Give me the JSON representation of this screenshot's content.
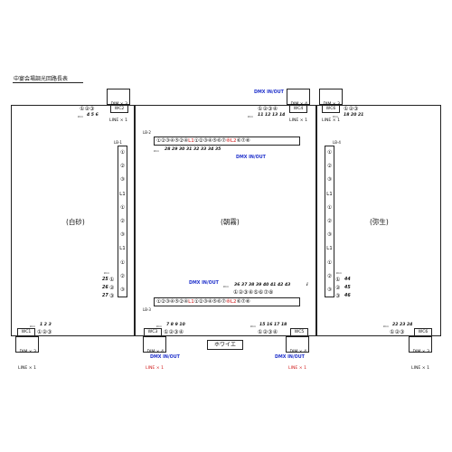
{
  "title": "中宴会場調光回路長表",
  "rooms": {
    "left": "(白砂)",
    "center": "(朝霧)",
    "right": "(弥生)"
  },
  "top_boxes": {
    "left": {
      "dimmer": "DIM × 3",
      "line": "LINE × 1",
      "wc": "WC2",
      "circuits": "①②③",
      "ch_label": "Dim",
      "ch": "4  5  6"
    },
    "center": {
      "dimmer": "DIM × 4",
      "line": "LINE × 1",
      "wc": "WC4",
      "circuits": "①②③④",
      "ch_label": "Dim",
      "ch": "11 12 13 14",
      "dmx": "DMX IN/OUT"
    },
    "right": {
      "dimmer": "DIM × 3",
      "line": "LINE × 1",
      "wc": "WC6",
      "circuits": "①②③",
      "ch_label": "Dim",
      "ch": "18 20 21"
    }
  },
  "boards": {
    "lb2": {
      "label": "LB-2",
      "row": [
        "①②③④⑤②④",
        "L1",
        "①②③④⑤⑥⑦",
        "⑧",
        "L2",
        "⑥⑦⑧"
      ],
      "ch_label": "Dim",
      "ch": "28  29  30  31  32  33  34  35",
      "dmx": "DMX IN/OUT"
    },
    "lb3": {
      "label": "LB-3",
      "row": [
        "①②③④⑤②④",
        "L1",
        "①②③④⑤⑥⑦",
        "⑧",
        "L2",
        "⑥⑦⑧"
      ],
      "ch_label": "Dim",
      "ch": "36  37  38  39  40  41  42  43",
      "circuits_top": "①②③④⑤⑥⑦⑧",
      "dmx": "DMX IN/OUT"
    },
    "lb1": {
      "label": "LB-1",
      "cells": [
        "①",
        "②",
        "③",
        "L1",
        "①",
        "②",
        "③",
        "L1",
        "①",
        "②",
        "③"
      ],
      "ch_label": "Dim",
      "ch": [
        "25",
        "26",
        "27"
      ],
      "ch_circ": [
        "①",
        "②",
        "③"
      ]
    },
    "lb4": {
      "label": "LB-4",
      "cells": [
        "①",
        "②",
        "③",
        "L1",
        "①",
        "②",
        "③",
        "L1",
        "①",
        "②",
        "③"
      ],
      "ch_label": "Dim",
      "ch": [
        "44",
        "45",
        "46"
      ],
      "ch_circ": [
        "①",
        "②",
        "③"
      ]
    }
  },
  "bottom_boxes": {
    "left": {
      "dimmer": "DIM × 3",
      "line": "LINE × 1",
      "wc": "WC1",
      "circuits": "①②③",
      "ch_label": "Dim",
      "ch": "1  2  3"
    },
    "cl": {
      "dimmer": "DIM × 4",
      "line": "LINE × 1",
      "wc": "WC3",
      "circuits": "①②③④",
      "ch_label": "Dim",
      "ch": "7  8  9  10",
      "dmx": "DMX IN/OUT"
    },
    "cr": {
      "dimmer": "DIM × 4",
      "line": "LINE × 1",
      "wc": "WC5",
      "circuits": "①②③④",
      "ch_label": "Dim",
      "ch": "15 16 17 18",
      "dmx": "DMX IN/OUT"
    },
    "right": {
      "dimmer": "DIM × 3",
      "line": "LINE × 1",
      "wc": "WC6",
      "circuits": "①②③",
      "ch_label": "Dim",
      "ch": "22 23 24"
    }
  },
  "hoyer": "ホワイエ",
  "side_mark": "i",
  "colors": {
    "line_red": "#d01818",
    "dmx_blue": "#2233cc"
  }
}
